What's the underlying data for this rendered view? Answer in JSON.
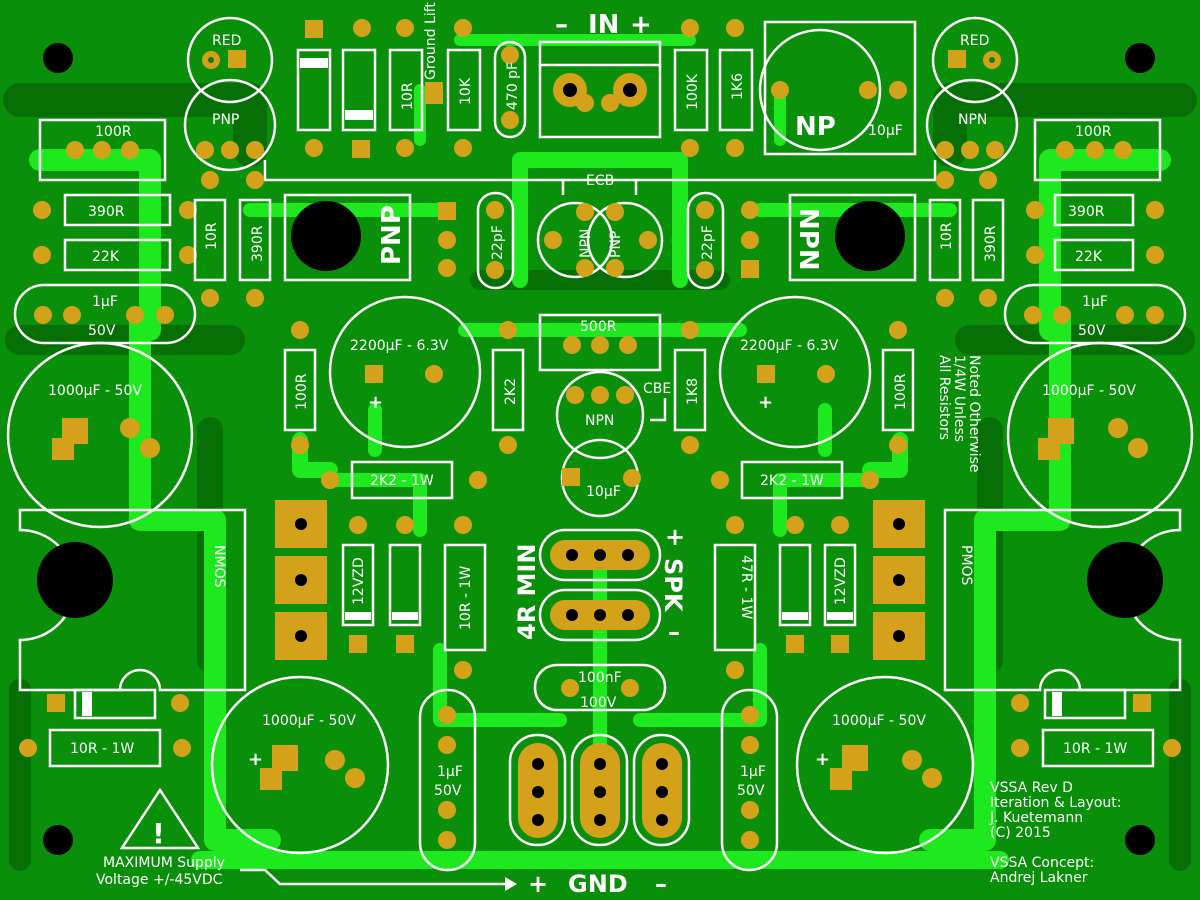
{
  "colors": {
    "board": "#0a8f0a",
    "trace": "#1ee81e",
    "pad": "#d4a21a",
    "silk": "#ffffff",
    "plane": "#066f06"
  },
  "labels": {
    "in": "IN",
    "gnd": "GND",
    "spk": "SPK",
    "min_load": "4R MIN",
    "ecb": "ECB",
    "cbe": "CBE",
    "ground_lift": "Ground Lift",
    "red_l": "RED",
    "red_r": "RED",
    "pnp_small_l": "PNP",
    "npn_small_r": "NPN",
    "trim_l": "100R",
    "trim_r": "100R",
    "trim_mid": "500R",
    "r390_l": "390R",
    "r22k_l": "22K",
    "r390_r": "390R",
    "r22k_r": "22K",
    "c1u50_l": "1µF",
    "c1u50_l_v": "50V",
    "c1u50_r": "1µF",
    "c1u50_r_v": "50V",
    "r10r_top": "10R",
    "r10k_top": "10K",
    "c470": "470 pF",
    "r100k": "100K",
    "r1k6": "1K6",
    "np_cap": "NP",
    "np_cap_val": "10µF",
    "r10r_l": "10R",
    "r390_vl": "390R",
    "r10r_r": "10R",
    "r390_vr": "390R",
    "pnp_big": "PNP",
    "npn_big": "NPN",
    "c22p_l": "22pF",
    "c22p_r": "22pF",
    "npn_dual": "NPN",
    "pnp_dual": "PNP",
    "c2200_l": "2200µF - 6.3V",
    "c2200_r": "2200µF - 6.3V",
    "r100r_vl": "100R",
    "r100r_vr": "100R",
    "r2k2_v": "2K2",
    "r1k8_v": "1K8",
    "npn_mid": "NPN",
    "c10u_mid": "10µF",
    "c1000_tl": "1000µF - 50V",
    "c1000_tr": "1000µF - 50V",
    "c1000_bl": "1000µF - 50V",
    "c1000_br": "1000µF - 50V",
    "r2k2_1w_l": "2K2 - 1W",
    "r2k2_1w_r": "2K2 - 1W",
    "nmos": "NMOS",
    "pmos": "PMOS",
    "zener_l": "12VZD",
    "zener_r": "12VZD",
    "r10r_1w_mid": "10R - 1W",
    "r47r_1w": "47R - 1W",
    "c100n": "100nF",
    "c100n_v": "100V",
    "c1u_bl": "1µF",
    "c1u_bl_v": "50V",
    "c1u_br": "1µF",
    "c1u_br_v": "50V",
    "r10r_1w_bl": "10R - 1W",
    "r10r_1w_br": "10R - 1W",
    "note_resistors": [
      "All Resistors",
      "1/4W Unless",
      "Noted Otherwise"
    ],
    "warning": [
      "MAXIMUM Supply",
      "Voltage +/-45VDC"
    ],
    "credits": [
      "VSSA Rev D",
      "Iteration & Layout:",
      "J. Kuetemann",
      "(C) 2015",
      "",
      "VSSA Concept:",
      "Andrej Lakner"
    ]
  }
}
